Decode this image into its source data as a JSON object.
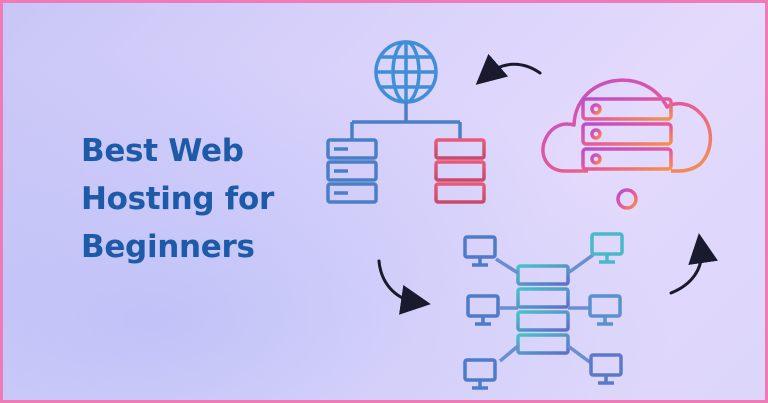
{
  "headline": {
    "line1": "Best Web",
    "line2": "Hosting for",
    "line3": "Beginners"
  },
  "icons": {
    "globe": "globe-icon",
    "server_left": "server-icon",
    "server_right": "server-icon",
    "cloud": "cloud-server-icon",
    "network": "network-icon"
  },
  "colors": {
    "headline": "#1d5aa8",
    "border": "#f07ab8",
    "globe": "#3f8ed8",
    "left_server": "#4a7fc8",
    "right_server": "#e65a7a",
    "cloud_start": "#b84fd0",
    "cloud_end": "#f5924a",
    "network_blue": "#4e7ac8",
    "network_teal": "#49c2c8",
    "arrow": "#1a1a2e"
  }
}
